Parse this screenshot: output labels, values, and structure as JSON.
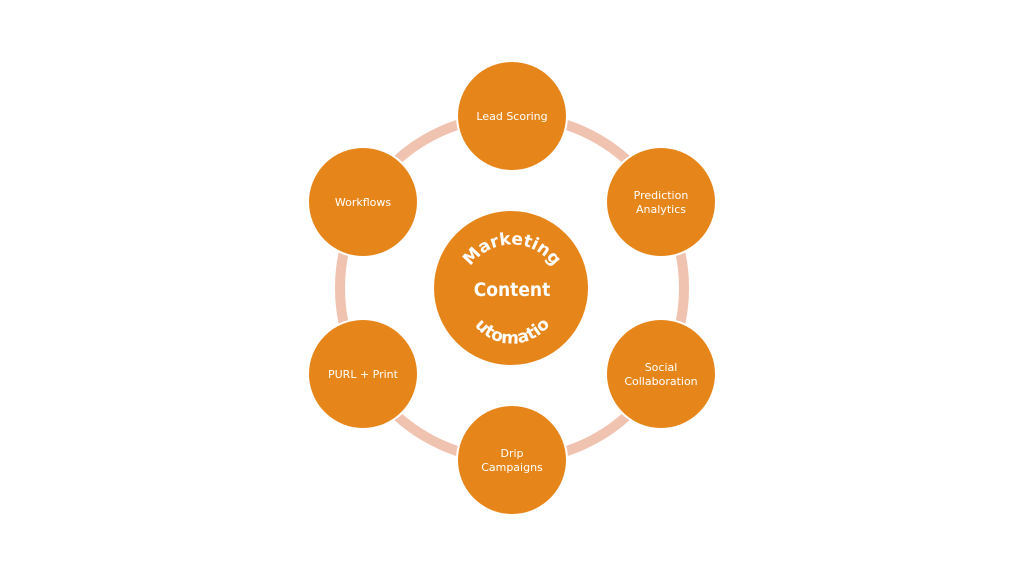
{
  "center": {
    "top_text": "Marketing",
    "middle_text": "Content",
    "bottom_text": "Automation",
    "middle_color": "#ff0000"
  },
  "colors": {
    "node_fill": "#e6861a",
    "node_stroke": "#ffffff",
    "ring": "#f0c2b0",
    "text": "#ffffff"
  },
  "nodes": [
    {
      "label": "Lead Scoring"
    },
    {
      "label": "Prediction\nAnalytics"
    },
    {
      "label": "Social\nCollaboration"
    },
    {
      "label": "Drip\nCampaigns"
    },
    {
      "label": "PURL + Print"
    },
    {
      "label": "Workflows"
    }
  ]
}
